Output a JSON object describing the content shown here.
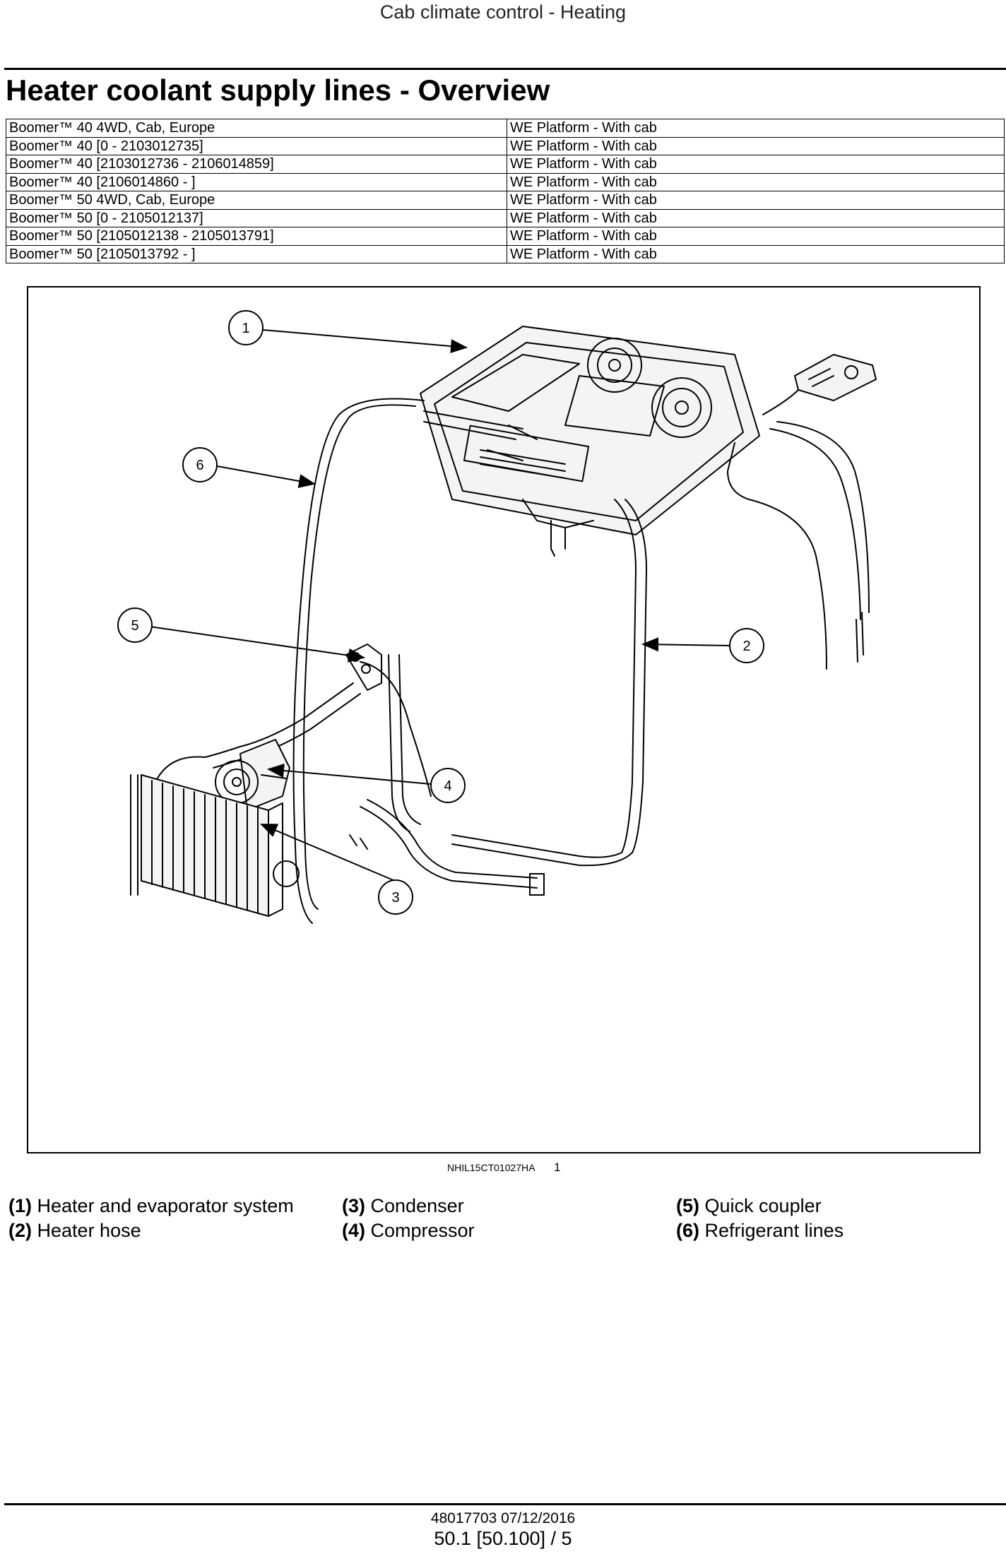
{
  "header": {
    "running_title": "Cab climate control - Heating"
  },
  "title": "Heater coolant supply lines - Overview",
  "models": [
    {
      "model": "Boomer™ 40 4WD, Cab, Europe",
      "platform": "WE Platform - With cab"
    },
    {
      "model": "Boomer™ 40 [0 - 2103012735]",
      "platform": "WE Platform - With cab"
    },
    {
      "model": "Boomer™ 40 [2103012736 - 2106014859]",
      "platform": "WE Platform - With cab"
    },
    {
      "model": "Boomer™ 40 [2106014860 - ]",
      "platform": "WE Platform - With cab"
    },
    {
      "model": "Boomer™ 50 4WD, Cab, Europe",
      "platform": "WE Platform - With cab"
    },
    {
      "model": "Boomer™ 50 [0 - 2105012137]",
      "platform": "WE Platform - With cab"
    },
    {
      "model": "Boomer™ 50 [2105012138 - 2105013791]",
      "platform": "WE Platform - With cab"
    },
    {
      "model": "Boomer™ 50 [2105013792 - ]",
      "platform": "WE Platform - With cab"
    }
  ],
  "figure": {
    "callouts": [
      "1",
      "2",
      "3",
      "4",
      "5",
      "6"
    ],
    "id": "NHIL15CT01027HA",
    "number": "1"
  },
  "legend": [
    {
      "num": "(1)",
      "label": "Heater and evaporator system"
    },
    {
      "num": "(2)",
      "label": "Heater hose"
    },
    {
      "num": "(3)",
      "label": "Condenser"
    },
    {
      "num": "(4)",
      "label": "Compressor"
    },
    {
      "num": "(5)",
      "label": "Quick coupler"
    },
    {
      "num": "(6)",
      "label": "Refrigerant lines"
    }
  ],
  "footer": {
    "doc": "48017703 07/12/2016",
    "page": "50.1 [50.100] / 5"
  }
}
